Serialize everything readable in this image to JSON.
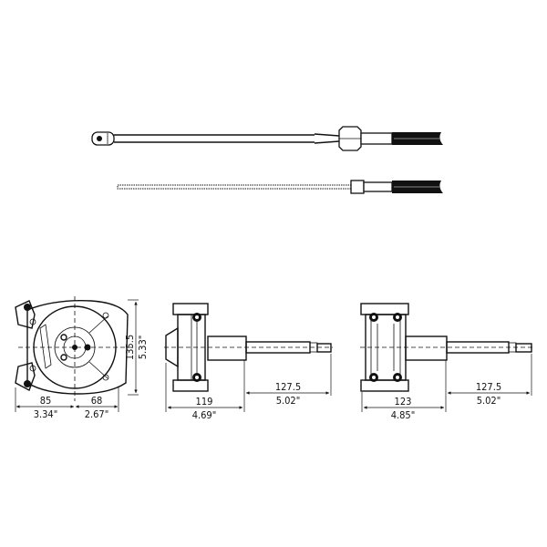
{
  "drawing": {
    "front_view": {
      "width_left_mm": "85",
      "width_left_in": "3.34\"",
      "width_right_mm": "68",
      "width_right_in": "2.67\"",
      "height_mm": "135.5",
      "height_in": "5.33\""
    },
    "side_view_1": {
      "body_mm": "119",
      "body_in": "4.69\"",
      "shaft_mm": "127.5",
      "shaft_in": "5.02\""
    },
    "side_view_2": {
      "body_mm": "123",
      "body_in": "4.85\"",
      "shaft_mm": "127.5",
      "shaft_in": "5.02\""
    }
  }
}
